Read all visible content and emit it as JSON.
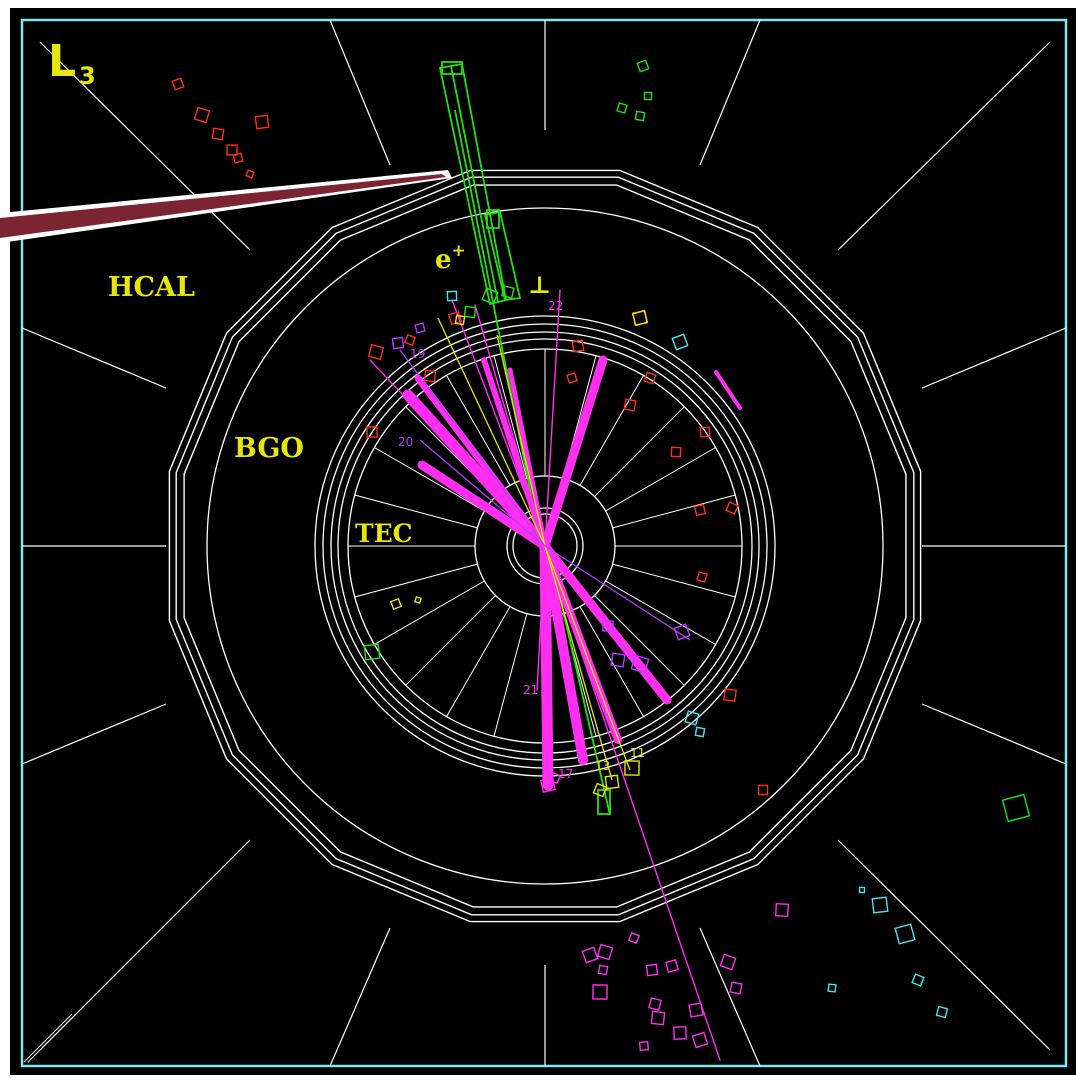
{
  "logo_text": "L3",
  "labels": {
    "hcal": "HCAL",
    "bgo": "BGO",
    "tec": "TEC",
    "positron": "e+",
    "perp": "⊥"
  },
  "track_numbers": {
    "n22": "22",
    "n19": "19",
    "n20": "20",
    "n21": "21",
    "n11": "11",
    "n17": "17",
    "n13": "13"
  },
  "colors": {
    "background": "#000000",
    "frame": "#7fe8ec",
    "detector_lines": "#ffffff",
    "labels": "#e6e60a",
    "tracks": "#ff2ef0",
    "electron_tower": "#22e010",
    "pointer": "#7a2530",
    "hits_red": "#ff3010",
    "hits_cyan": "#40e8f0",
    "hits_violet": "#b040ff"
  }
}
